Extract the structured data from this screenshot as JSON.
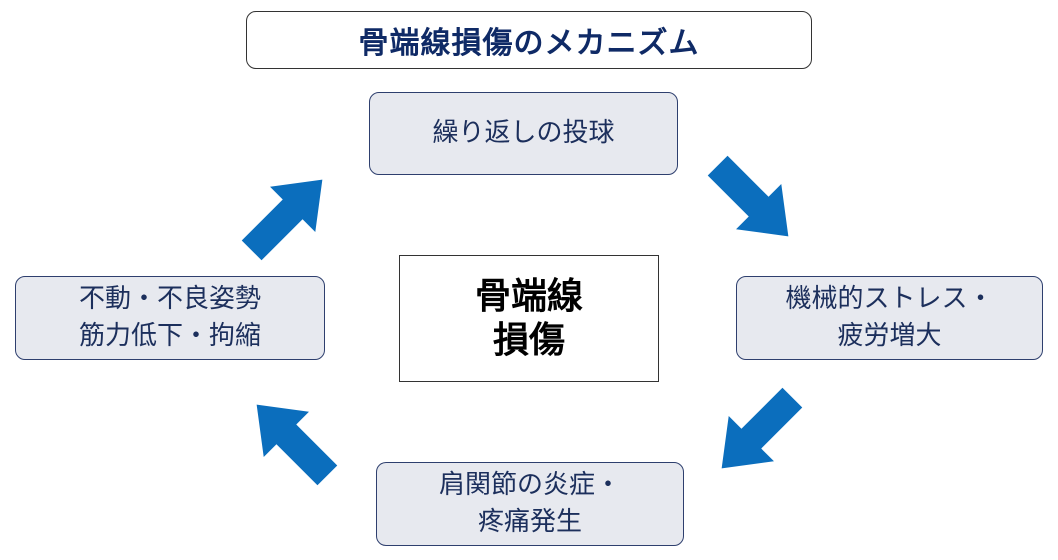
{
  "title": "骨端線損傷のメカニズム",
  "center": {
    "line1": "骨端線",
    "line2": "損傷"
  },
  "nodes": {
    "top": {
      "lines": [
        "繰り返しの投球"
      ]
    },
    "right": {
      "lines": [
        "機械的ストレス・",
        "疲労増大"
      ]
    },
    "bottom": {
      "lines": [
        "肩関節の炎症・",
        "疼痛発生"
      ]
    },
    "left": {
      "lines": [
        "不動・不良姿勢",
        "筋力低下・拘縮"
      ]
    }
  },
  "colors": {
    "arrow": "#0b6ebd",
    "title_text": "#0f2a66",
    "node_fill": "#e7e9ef",
    "node_border": "#2e3f6e"
  },
  "arrows": [
    "arrow-top-right-icon",
    "arrow-bottom-right-icon",
    "arrow-bottom-left-icon",
    "arrow-top-left-icon"
  ]
}
